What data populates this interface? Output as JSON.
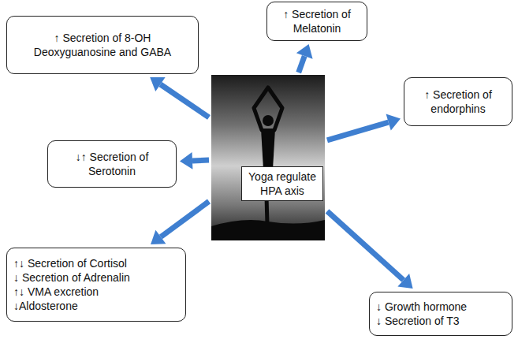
{
  "diagram": {
    "nodes": [
      {
        "text": [
          "↑ Secretion of 8-OH Deoxyguanosine and GABA"
        ]
      },
      {
        "text": [
          "↑ Secretion of Melatonin"
        ]
      },
      {
        "text": [
          "↑ Secretion of endorphins"
        ]
      },
      {
        "text": [
          "↓↑ Secretion of Serotonin"
        ]
      },
      {
        "text": [
          "Yoga regulate HPA axis"
        ]
      },
      {
        "text": [
          "↑↓ Secretion of Cortisol",
          "↓ Secretion of Adrenalin",
          "↑↓ VMA excretion",
          "↓Aldosterone"
        ]
      },
      {
        "text": [
          "↓ Growth hormone",
          "↓ Secretion of T3"
        ]
      }
    ],
    "edges": [
      {
        "from": 4,
        "to": 0,
        "arrow": "to"
      },
      {
        "from": 4,
        "to": 1,
        "arrow": "to"
      },
      {
        "from": 4,
        "to": 2,
        "arrow": "to"
      },
      {
        "from": 4,
        "to": 3,
        "arrow": "to"
      },
      {
        "from": 4,
        "to": 5,
        "arrow": "to"
      },
      {
        "from": 4,
        "to": 6,
        "arrow": "to"
      }
    ]
  }
}
